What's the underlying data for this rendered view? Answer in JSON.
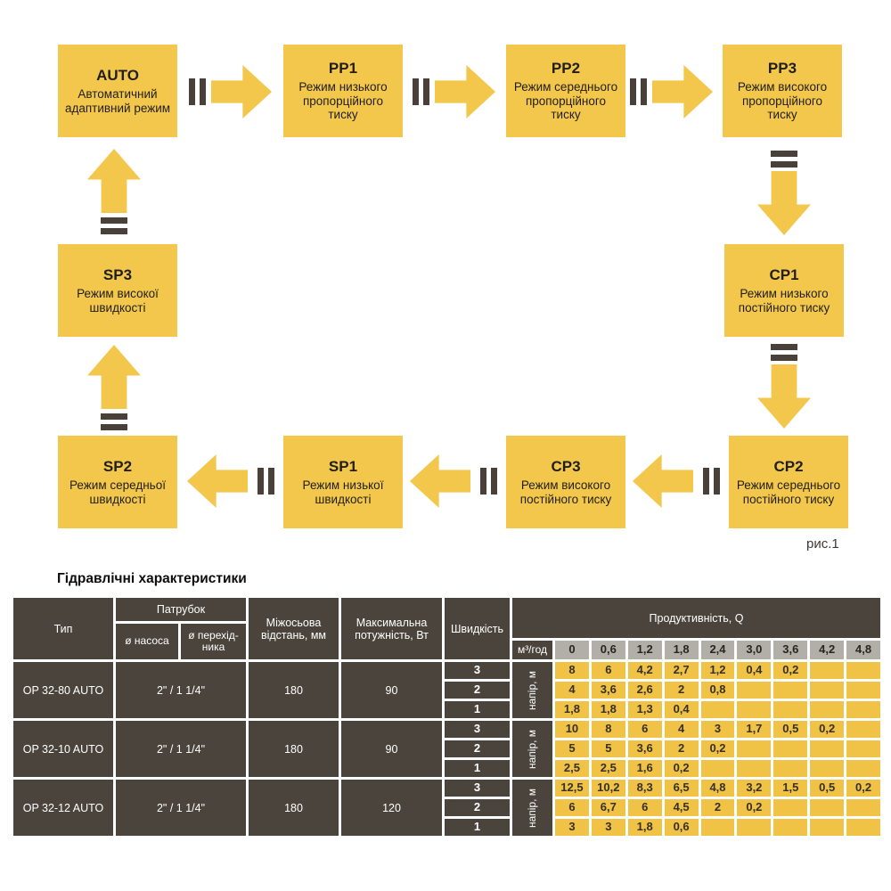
{
  "colors": {
    "accent_yellow": "#F2C74C",
    "dark": "#4A443C",
    "gray_cell": "#B2AFA8",
    "table_yellow": "#F0C246"
  },
  "diagram": {
    "figure_label": "рис.1",
    "nodes": [
      {
        "id": "auto",
        "title": "AUTO",
        "subtitle": "Автоматичний адаптивний режим"
      },
      {
        "id": "pp1",
        "title": "PP1",
        "subtitle": "Режим низького пропорційного тиску"
      },
      {
        "id": "pp2",
        "title": "PP2",
        "subtitle": "Режим середнього пропорційного тиску"
      },
      {
        "id": "pp3",
        "title": "PP3",
        "subtitle": "Режим високого пропорційного тиску"
      },
      {
        "id": "cp1",
        "title": "CP1",
        "subtitle": "Режим низького постійного тиску"
      },
      {
        "id": "cp2",
        "title": "CP2",
        "subtitle": "Режим середнього постійного тиску"
      },
      {
        "id": "cp3",
        "title": "CP3",
        "subtitle": "Режим високого постійного тиску"
      },
      {
        "id": "sp1",
        "title": "SP1",
        "subtitle": "Режим низької швидкості"
      },
      {
        "id": "sp2",
        "title": "SP2",
        "subtitle": "Режим середньої швидкості"
      },
      {
        "id": "sp3",
        "title": "SP3",
        "subtitle": "Режим високої швидкості"
      }
    ]
  },
  "table": {
    "title": "Гідравлічні характеристики",
    "headers": {
      "type": "Тип",
      "patrubok": "Патрубок",
      "pump_d": "ø насоса",
      "adapter_d": "ø перехід- ника",
      "axial": "Міжосьова відстань, мм",
      "power": "Максимальна потужність, Вт",
      "speed": "Швидкість",
      "productivity": "Продуктивність, Q",
      "flow_unit": "м³/год",
      "head_unit": "напір, м",
      "flow_values": [
        "0",
        "0,6",
        "1,2",
        "1,8",
        "2,4",
        "3,0",
        "3,6",
        "4,2",
        "4,8"
      ]
    },
    "groups": [
      {
        "type": "OP 32-80 AUTO",
        "patrubok": "2\" / 1 1/4\"",
        "axial": "180",
        "power": "90",
        "rows": [
          {
            "speed": "3",
            "values": [
              "8",
              "6",
              "4,2",
              "2,7",
              "1,2",
              "0,4",
              "0,2",
              "",
              ""
            ]
          },
          {
            "speed": "2",
            "values": [
              "4",
              "3,6",
              "2,6",
              "2",
              "0,8",
              "",
              "",
              "",
              ""
            ]
          },
          {
            "speed": "1",
            "values": [
              "1,8",
              "1,8",
              "1,3",
              "0,4",
              "",
              "",
              "",
              "",
              ""
            ]
          }
        ]
      },
      {
        "type": "OP 32-10 AUTO",
        "patrubok": "2\" / 1 1/4\"",
        "axial": "180",
        "power": "90",
        "rows": [
          {
            "speed": "3",
            "values": [
              "10",
              "8",
              "6",
              "4",
              "3",
              "1,7",
              "0,5",
              "0,2",
              ""
            ]
          },
          {
            "speed": "2",
            "values": [
              "5",
              "5",
              "3,6",
              "2",
              "0,2",
              "",
              "",
              "",
              ""
            ]
          },
          {
            "speed": "1",
            "values": [
              "2,5",
              "2,5",
              "1,6",
              "0,2",
              "",
              "",
              "",
              "",
              ""
            ]
          }
        ]
      },
      {
        "type": "OP 32-12 AUTO",
        "patrubok": "2\" / 1 1/4\"",
        "axial": "180",
        "power": "120",
        "rows": [
          {
            "speed": "3",
            "values": [
              "12,5",
              "10,2",
              "8,3",
              "6,5",
              "4,8",
              "3,2",
              "1,5",
              "0,5",
              "0,2"
            ]
          },
          {
            "speed": "2",
            "values": [
              "6",
              "6,7",
              "6",
              "4,5",
              "2",
              "0,2",
              "",
              "",
              ""
            ]
          },
          {
            "speed": "1",
            "values": [
              "3",
              "3",
              "1,8",
              "0,6",
              "",
              "",
              "",
              "",
              ""
            ]
          }
        ]
      }
    ]
  }
}
